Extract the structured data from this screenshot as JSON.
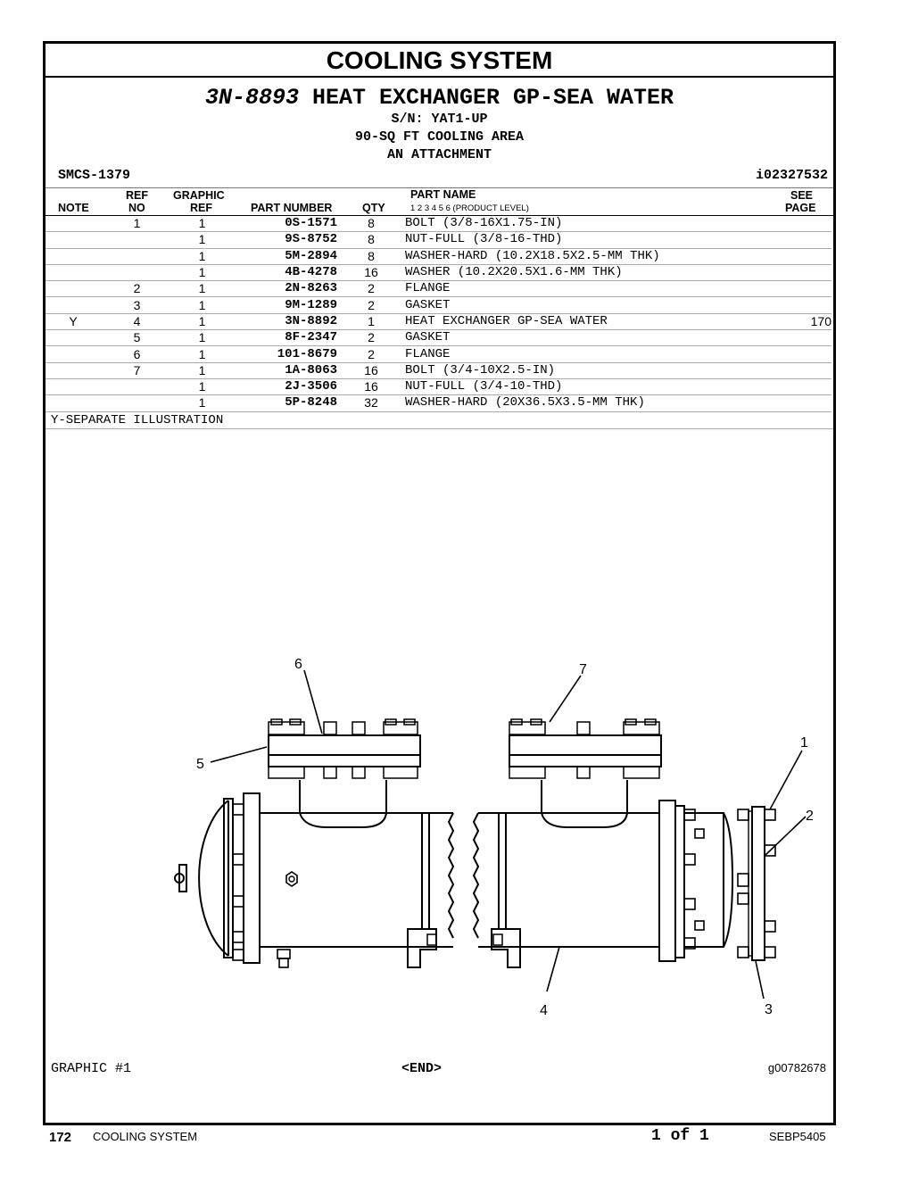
{
  "section_title": "COOLING SYSTEM",
  "group": {
    "part_number": "3N-8893",
    "name": "HEAT EXCHANGER GP-SEA WATER",
    "serial": "S/N: YAT1-UP",
    "area": "90-SQ FT COOLING AREA",
    "attachment": "AN ATTACHMENT"
  },
  "smcs": "SMCS-1379",
  "doc_id": "i02327532",
  "columns": {
    "note": "NOTE",
    "ref_top": "REF",
    "ref_bottom": "NO",
    "graphic_top": "GRAPHIC",
    "graphic_bottom": "REF",
    "part_number": "PART NUMBER",
    "qty": "QTY",
    "part_name": "PART NAME",
    "product_levels": "1   2   3   4   5   6   (PRODUCT LEVEL)",
    "see_top": "SEE",
    "see_bottom": "PAGE"
  },
  "parts": [
    {
      "note": "",
      "ref": "1",
      "graphic": "1",
      "part_number": "0S-1571",
      "qty": "8",
      "name": "BOLT (3/8-16X1.75-IN)",
      "see": ""
    },
    {
      "note": "",
      "ref": "",
      "graphic": "1",
      "part_number": "9S-8752",
      "qty": "8",
      "name": "NUT-FULL (3/8-16-THD)",
      "see": ""
    },
    {
      "note": "",
      "ref": "",
      "graphic": "1",
      "part_number": "5M-2894",
      "qty": "8",
      "name": "WASHER-HARD (10.2X18.5X2.5-MM THK)",
      "see": ""
    },
    {
      "note": "",
      "ref": "",
      "graphic": "1",
      "part_number": "4B-4278",
      "qty": "16",
      "name": "WASHER (10.2X20.5X1.6-MM THK)",
      "see": ""
    },
    {
      "note": "",
      "ref": "2",
      "graphic": "1",
      "part_number": "2N-8263",
      "qty": "2",
      "name": "FLANGE",
      "see": ""
    },
    {
      "note": "",
      "ref": "3",
      "graphic": "1",
      "part_number": "9M-1289",
      "qty": "2",
      "name": "GASKET",
      "see": ""
    },
    {
      "note": "Y",
      "ref": "4",
      "graphic": "1",
      "part_number": "3N-8892",
      "qty": "1",
      "name": "HEAT EXCHANGER GP-SEA WATER",
      "see": "170"
    },
    {
      "note": "",
      "ref": "5",
      "graphic": "1",
      "part_number": "8F-2347",
      "qty": "2",
      "name": "GASKET",
      "see": ""
    },
    {
      "note": "",
      "ref": "6",
      "graphic": "1",
      "part_number": "101-8679",
      "qty": "2",
      "name": "FLANGE",
      "see": ""
    },
    {
      "note": "",
      "ref": "7",
      "graphic": "1",
      "part_number": "1A-8063",
      "qty": "16",
      "name": "BOLT (3/4-10X2.5-IN)",
      "see": ""
    },
    {
      "note": "",
      "ref": "",
      "graphic": "1",
      "part_number": "2J-3506",
      "qty": "16",
      "name": "NUT-FULL (3/4-10-THD)",
      "see": ""
    },
    {
      "note": "",
      "ref": "",
      "graphic": "1",
      "part_number": "5P-8248",
      "qty": "32",
      "name": "WASHER-HARD (20X36.5X3.5-MM THK)",
      "see": ""
    }
  ],
  "footnote": "Y-SEPARATE ILLUSTRATION",
  "callouts": [
    "6",
    "7",
    "5",
    "1",
    "2",
    "4",
    "3"
  ],
  "graphic_label": "GRAPHIC #1",
  "end_marker": "<END>",
  "graphic_id": "g00782678",
  "footer": {
    "page_number": "172",
    "section": "COOLING SYSTEM",
    "page_of": "1 of 1",
    "doc_number": "SEBP5405"
  }
}
